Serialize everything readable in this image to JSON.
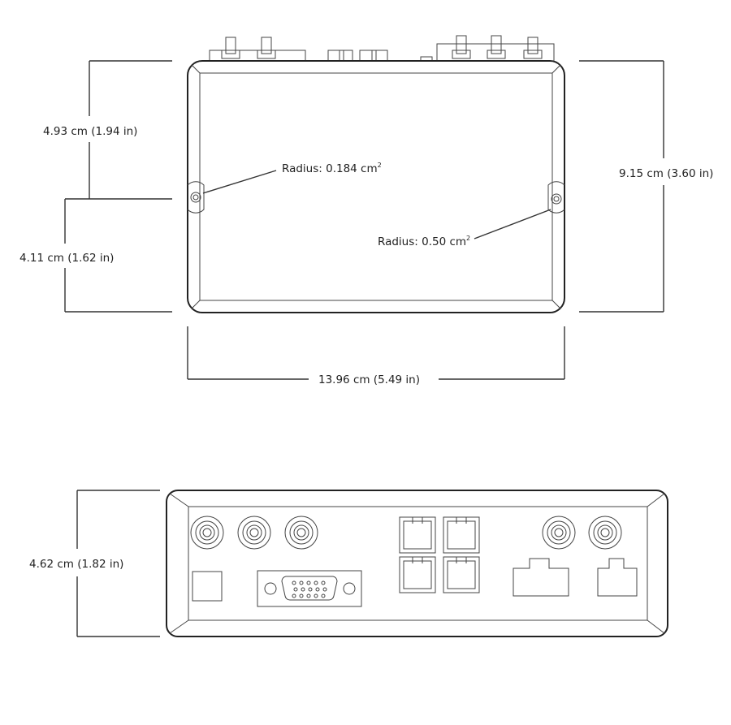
{
  "top_view": {
    "dim_upper_height": "4.93 cm (1.94 in)",
    "dim_lower_height": "4.11 cm (1.62 in)",
    "dim_total_height": "9.15 cm (3.60 in)",
    "dim_width": "13.96 cm (5.49 in)",
    "radius_left": "Radius: 0.184 cm",
    "radius_right": "Radius: 0.50 cm",
    "radius_unit_sup": "2"
  },
  "front_view": {
    "dim_height": "4.62 cm (1.82 in)"
  }
}
